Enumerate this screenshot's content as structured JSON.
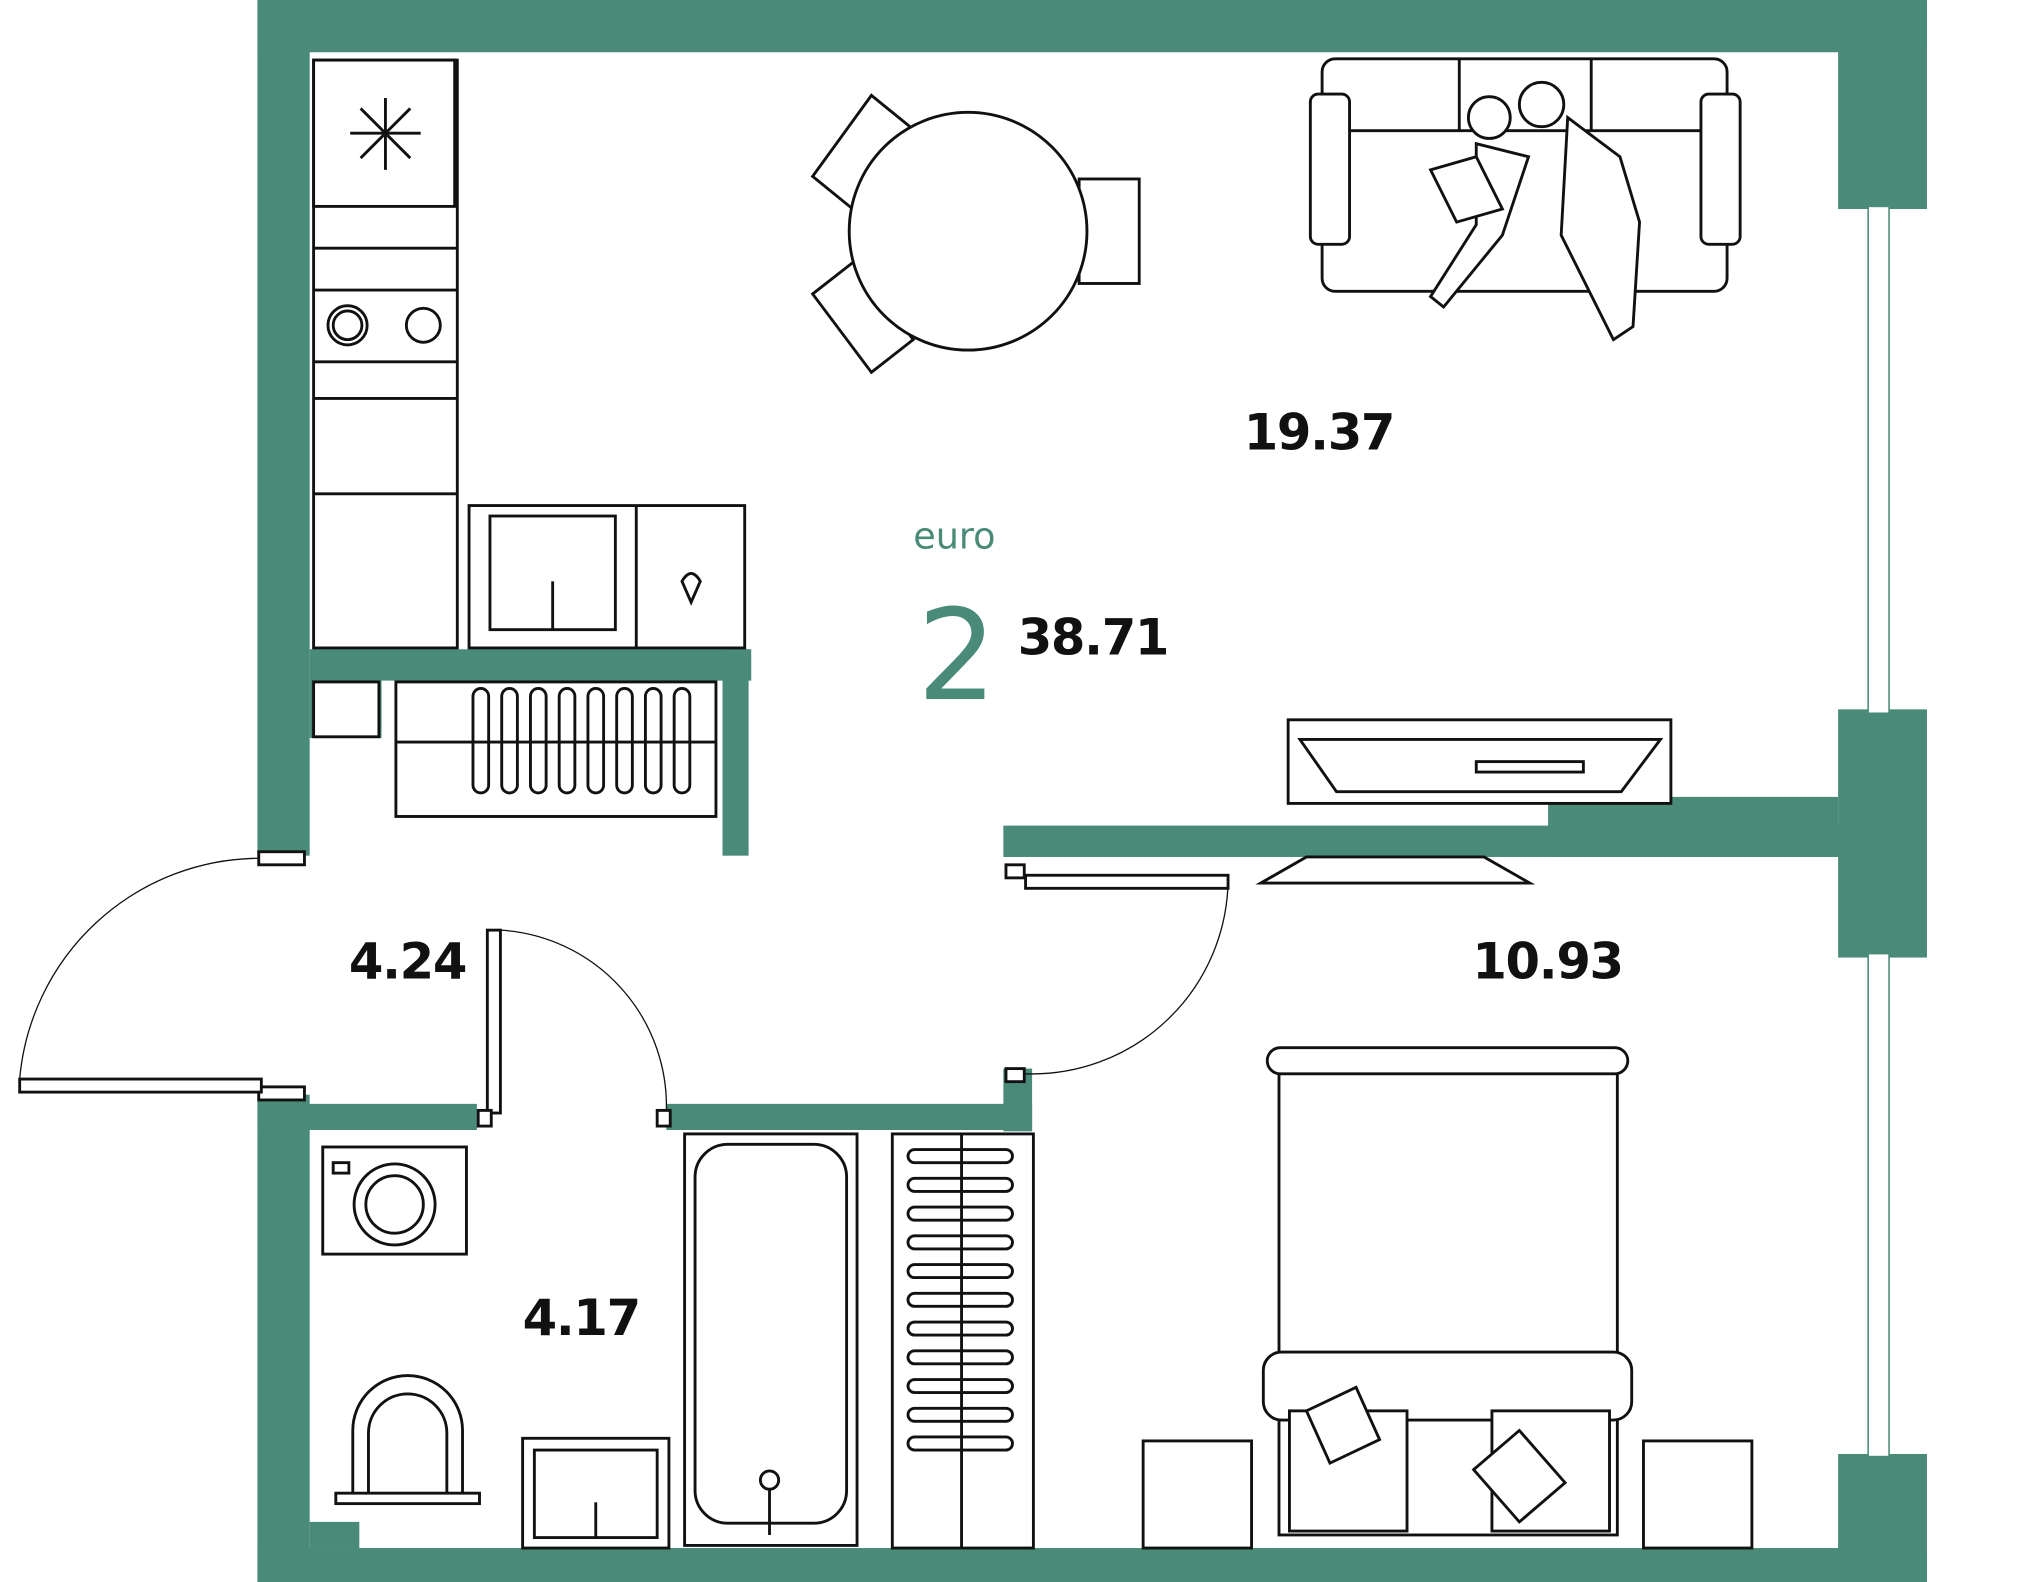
{
  "plan": {
    "type_label": "euro",
    "rooms_count": "2",
    "total_area": "38.71",
    "rooms": [
      {
        "name": "living-kitchen",
        "area": "19.37"
      },
      {
        "name": "hallway",
        "area": "4.24"
      },
      {
        "name": "bedroom",
        "area": "10.93"
      },
      {
        "name": "bathroom",
        "area": "4.17"
      }
    ]
  },
  "colors": {
    "wall": "#4a8a78",
    "line": "#111111"
  }
}
